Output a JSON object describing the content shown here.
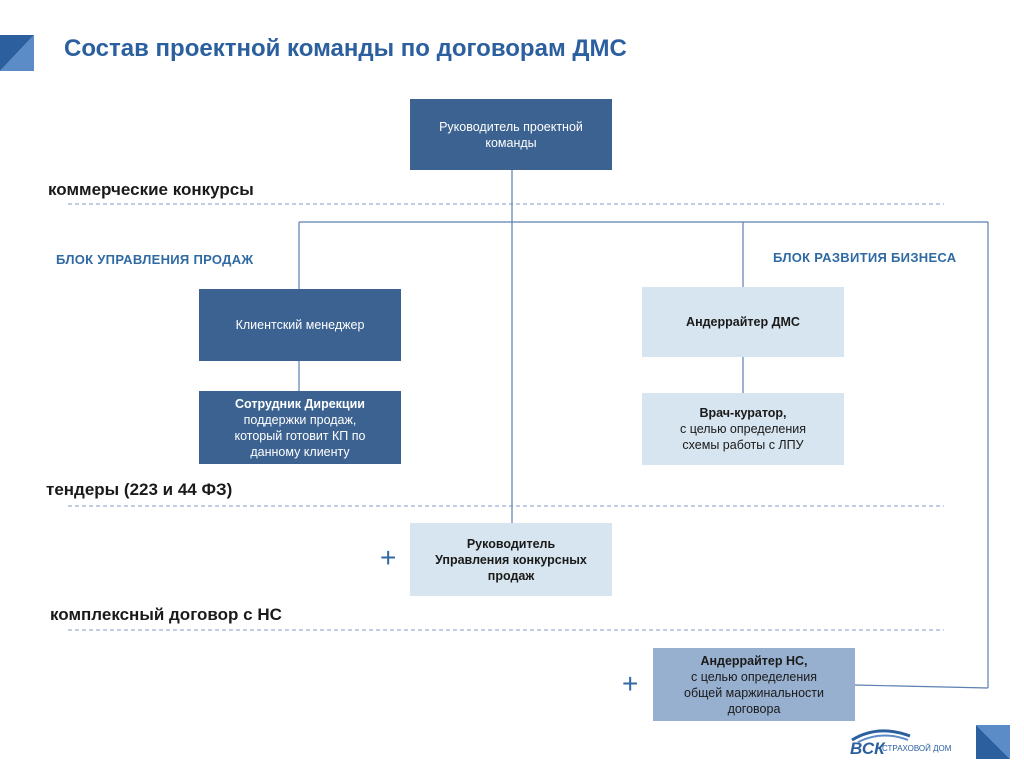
{
  "title": "Состав проектной команды по договорам ДМС",
  "sections": {
    "commercial": "коммерческие конкурсы",
    "tenders": "тендеры (223 и 44 ФЗ)",
    "complex": "комплексный договор с НС"
  },
  "blocks": {
    "sales": "БЛОК УПРАВЛЕНИЯ ПРОДАЖ",
    "business": "БЛОК РАЗВИТИЯ БИЗНЕСА"
  },
  "boxes": {
    "head": "Руководитель проектной\nкоманды",
    "client_manager": "Клиентский менеджер",
    "sales_support": "Сотрудник Дирекции\nподдержки продаж,\nкоторый готовит КП по\nданному клиенту",
    "underwriter_dms": "Андеррайтер ДМС",
    "doctor_curator": "Врач-куратор,\nс целью определения\nсхемы работы с ЛПУ",
    "tender_head": "Руководитель\nУправления конкурсных\nпродаж",
    "underwriter_ns": "Андеррайтер НС,\nс целью определения\nобщей маржинальности\nдоговора"
  },
  "plus_signs": [
    "+",
    "+"
  ],
  "logo": {
    "name": "ВСК",
    "subtitle": "СТРАХОВОЙ ДОМ"
  },
  "colors": {
    "title": "#2b5f9e",
    "dark_box": "#3b6290",
    "light_box": "#d6e5ef",
    "mid_box": "#98b0d0",
    "connector": "#5a7fb0"
  }
}
